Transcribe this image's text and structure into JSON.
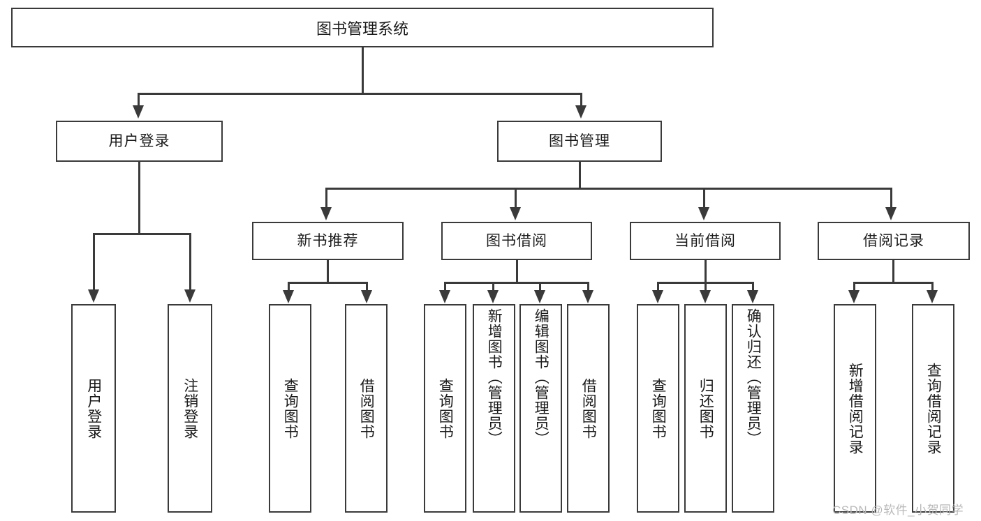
{
  "diagram": {
    "type": "tree-hierarchy",
    "title": "图书管理系统",
    "root": {
      "label": "图书管理系统"
    },
    "level1": [
      {
        "id": "user-login",
        "label": "用户登录"
      },
      {
        "id": "book-manage",
        "label": "图书管理"
      }
    ],
    "level2": [
      {
        "id": "new-book-rec",
        "label": "新书推荐",
        "parent": "book-manage"
      },
      {
        "id": "book-borrow",
        "label": "图书借阅",
        "parent": "book-manage"
      },
      {
        "id": "current-borrow",
        "label": "当前借阅",
        "parent": "book-manage"
      },
      {
        "id": "borrow-record",
        "label": "借阅记录",
        "parent": "book-manage"
      }
    ],
    "leaves": {
      "user-login": [
        {
          "id": "leaf-user-login",
          "label": "用户登录"
        },
        {
          "id": "leaf-user-logout",
          "label": "注销登录"
        }
      ],
      "new-book-rec": [
        {
          "id": "leaf-query-book-1",
          "label": "查询图书"
        },
        {
          "id": "leaf-borrow-book-1",
          "label": "借阅图书"
        }
      ],
      "book-borrow": [
        {
          "id": "leaf-query-book-2",
          "label": "查询图书"
        },
        {
          "id": "leaf-add-book",
          "label": "新增图书（管理员）"
        },
        {
          "id": "leaf-edit-book",
          "label": "编辑图书（管理员）"
        },
        {
          "id": "leaf-borrow-book-2",
          "label": "借阅图书"
        }
      ],
      "current-borrow": [
        {
          "id": "leaf-query-book-3",
          "label": "查询图书"
        },
        {
          "id": "leaf-return-book",
          "label": "归还图书"
        },
        {
          "id": "leaf-confirm-return",
          "label": "确认归还（管理员）"
        }
      ],
      "borrow-record": [
        {
          "id": "leaf-add-record",
          "label": "新增借阅记录"
        },
        {
          "id": "leaf-query-record",
          "label": "查询借阅记录"
        }
      ]
    }
  },
  "watermark": {
    "text": "CSDN @软件_小贺同学"
  },
  "colors": {
    "stroke": "#3a3a3a",
    "text": "#1a1a1a",
    "background": "#ffffff",
    "watermark": "#b9b9b9"
  }
}
